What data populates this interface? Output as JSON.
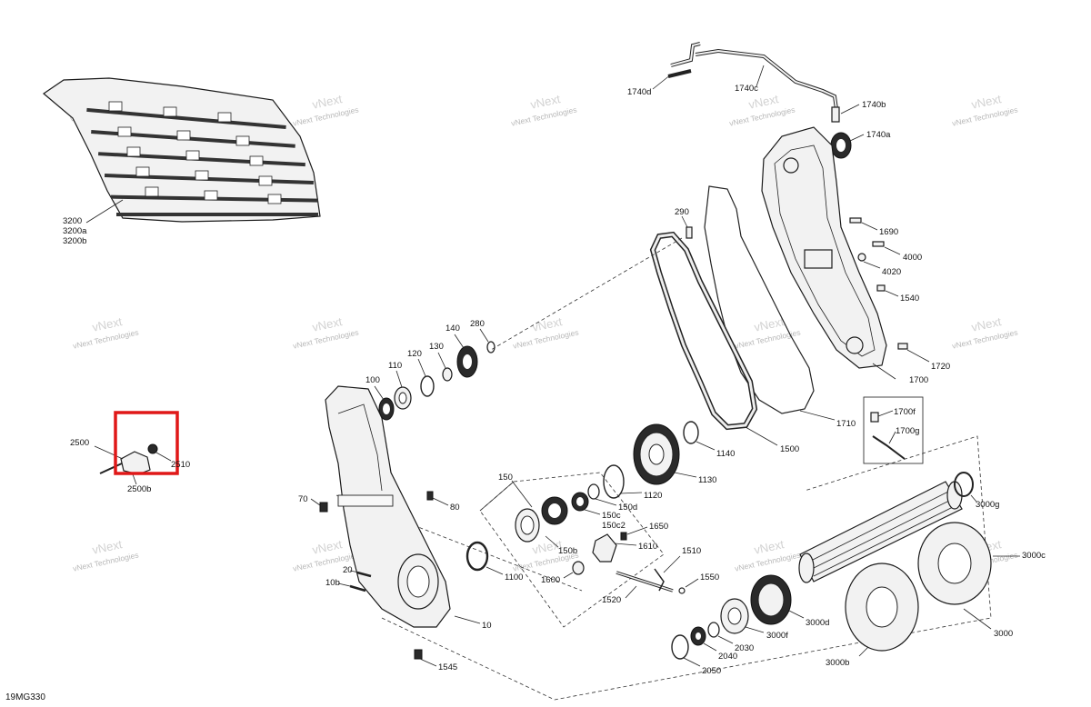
{
  "diagram": {
    "code": "19MG330",
    "watermark_line1": "vNext",
    "watermark_line2": "Technologies",
    "watermark_full": "vNext Technologies",
    "highlight_color": "#e01818",
    "labels": {
      "p3200": "3200",
      "p3200a": "3200a",
      "p3200b": "3200b",
      "p1740d": "1740d",
      "p1740c": "1740c",
      "p1740b": "1740b",
      "p1740a": "1740a",
      "p290": "290",
      "p1690": "1690",
      "p4000": "4000",
      "p4020": "4020",
      "p1540": "1540",
      "p1720": "1720",
      "p1700": "1700",
      "p1700f": "1700f",
      "p1700g": "1700g",
      "p1710": "1710",
      "p1500": "1500",
      "p280": "280",
      "p140": "140",
      "p130": "130",
      "p120": "120",
      "p110": "110",
      "p100": "100",
      "p1140": "1140",
      "p1130": "1130",
      "p1120": "1120",
      "p150": "150",
      "p150d": "150d",
      "p150c": "150c",
      "p150c2": "150c2",
      "p150b": "150b",
      "p1650": "1650",
      "p1610": "1610",
      "p1510": "1510",
      "p1550": "1550",
      "p1600": "1600",
      "p1520": "1520",
      "p1100": "1100",
      "p2500": "2500",
      "p2510": "2510",
      "p2500b": "2500b",
      "p70": "70",
      "p80": "80",
      "p20": "20",
      "p10b": "10b",
      "p10": "10",
      "p1545": "1545",
      "p3000g": "3000g",
      "p3000c": "3000c",
      "p3000d": "3000d",
      "p3000f": "3000f",
      "p3000": "3000",
      "p3000b": "3000b",
      "p2030": "2030",
      "p2040": "2040",
      "p2050": "2050"
    }
  }
}
